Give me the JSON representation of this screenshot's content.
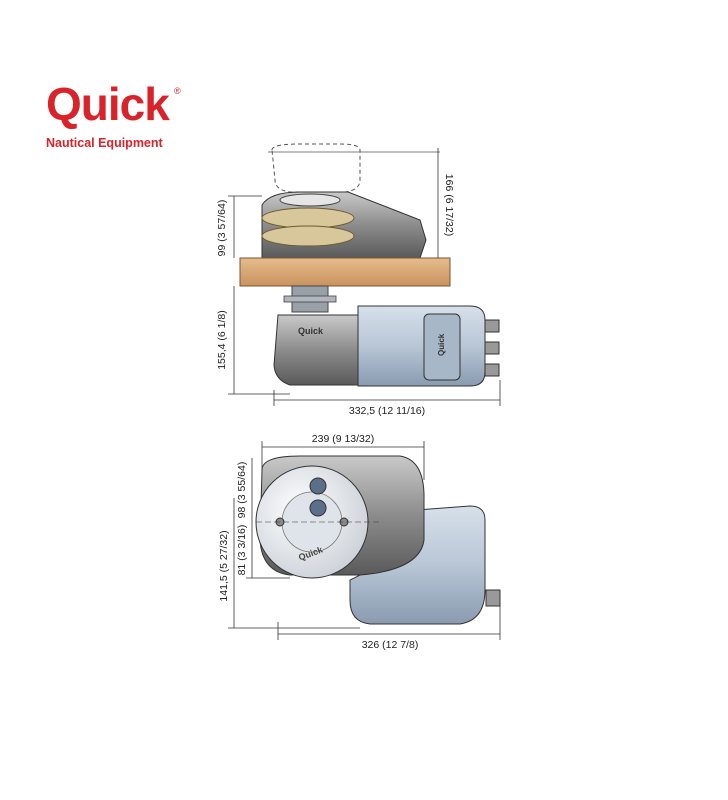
{
  "brand": {
    "name": "Quick",
    "registered": "®",
    "tagline": "Nautical Equipment",
    "color": "#d8232a",
    "badge_text": "Quick"
  },
  "dimensions": {
    "top_height": "166 (6 17/32)",
    "gypsy_height": "99 (3 57/64)",
    "below_deck": "155,4 (6 1/8)",
    "total_length": "332,5 (12 11/16)",
    "plan_width": "239 (9 13/32)",
    "plan_depth_a": "98 (3 55/64)",
    "plan_depth_b": "81 (3 3/16)",
    "plan_depth_c": "141,5 (5 27/32)",
    "plan_length": "326 (12 7/8)"
  },
  "colors": {
    "deck": "#d9a877",
    "motor": "#b8c6d6",
    "body": "#8c8c8c",
    "line": "#333333"
  }
}
